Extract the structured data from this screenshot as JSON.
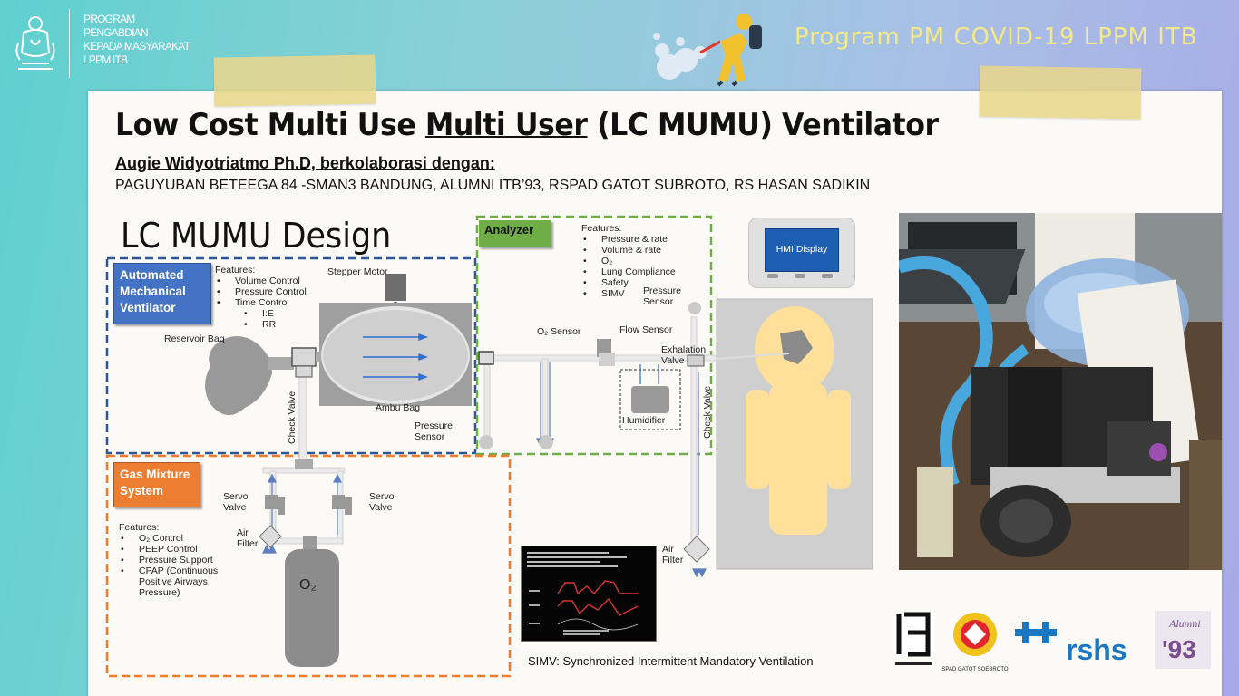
{
  "header": {
    "org_lines": [
      "PROGRAM",
      "PENGABDIAN",
      "KEPADA MASYARAKAT",
      "LPPM ITB"
    ],
    "program_title": "Program PM COVID-19 LPPM ITB"
  },
  "slide": {
    "title_part1": "Low Cost Multi Use ",
    "title_underlined": "Multi User",
    "title_part2": " (LC MUMU) Ventilator",
    "author": "Augie Widyotriatmo Ph.D, berkolaborasi dengan:",
    "partners": "PAGUYUBAN BETEEGA 84 -SMAN3 BANDUNG, ALUMNI ITB’93, RSPAD GATOT SUBROTO, RS HASAN SADIKIN",
    "design_title": "LC MUMU Design"
  },
  "diagram": {
    "amv": {
      "tag": "Automated Mechanical Ventilator",
      "features_label": "Features:",
      "features": [
        "Volume Control",
        "Pressure Control",
        "Time Control"
      ],
      "subfeatures": [
        "I:E",
        "RR"
      ]
    },
    "gas": {
      "tag": "Gas Mixture System",
      "features_label": "Features:",
      "features": [
        "O₂ Control",
        "PEEP Control",
        "Pressure Support",
        "CPAP (Continuous Positive Airways Pressure)"
      ]
    },
    "analyzer": {
      "tag": "Analyzer",
      "features_label": "Features:",
      "features": [
        "Pressure & rate",
        "Volume & rate",
        "O₂",
        "Lung Compliance",
        "Safety",
        "SIMV"
      ]
    },
    "labels": {
      "stepper_motor": "Stepper Motor",
      "reservoir_bag": "Reservoir Bag",
      "ambu_bag": "Ambu Bag",
      "check_valve": "Check Valve",
      "pressure_sensor": "Pressure Sensor",
      "o2_sensor": "O₂ Sensor",
      "flow_sensor": "Flow Sensor",
      "exhalation_valve": "Exhalation Valve",
      "humidifier": "Humidifier",
      "servo_valve": "Servo Valve",
      "air_filter": "Air Filter",
      "o2_tank": "O₂",
      "hmi_display": "HMI Display"
    },
    "simv_caption": "SIMV: Synchronized Intermittent Mandatory Ventilation"
  },
  "logos": {
    "rspad": "SPAD GATOT SOEBROTO",
    "rshs": "rshs",
    "alumni": "Alumni",
    "alumni_year": "'93"
  },
  "colors": {
    "blue_box": "#2f5597",
    "green_box": "#70ad47",
    "orange_box": "#ed7d31",
    "tape": "#e8d68c",
    "program_title": "#f4e98a"
  }
}
